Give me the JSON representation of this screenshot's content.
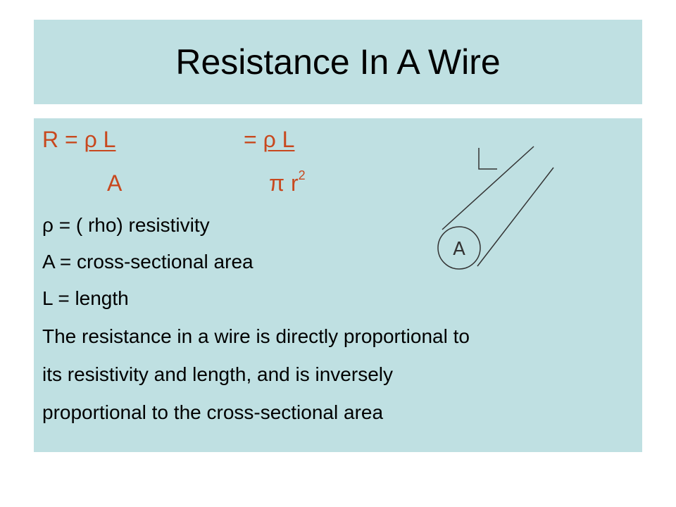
{
  "slide": {
    "title": "Resistance In A Wire",
    "formula": {
      "left_prefix": "R = ",
      "left_numerator": "ρ L",
      "equals": "= ",
      "right_numerator": "ρ L",
      "left_denominator": "A",
      "right_denominator_base": "π r",
      "right_denominator_exponent": "2"
    },
    "definitions": [
      "ρ = ( rho) resistivity",
      "A = cross-sectional area",
      "L = length"
    ],
    "explanation_lines": [
      "The resistance in a wire is directly proportional to",
      "its resistivity and length, and is inversely",
      "proportional to the cross-sectional area"
    ],
    "diagram": {
      "length_label": "L",
      "area_label": "A"
    }
  },
  "colors": {
    "panel_background": "#bfe0e2",
    "formula_text": "#c8481e",
    "body_text": "#000000"
  }
}
